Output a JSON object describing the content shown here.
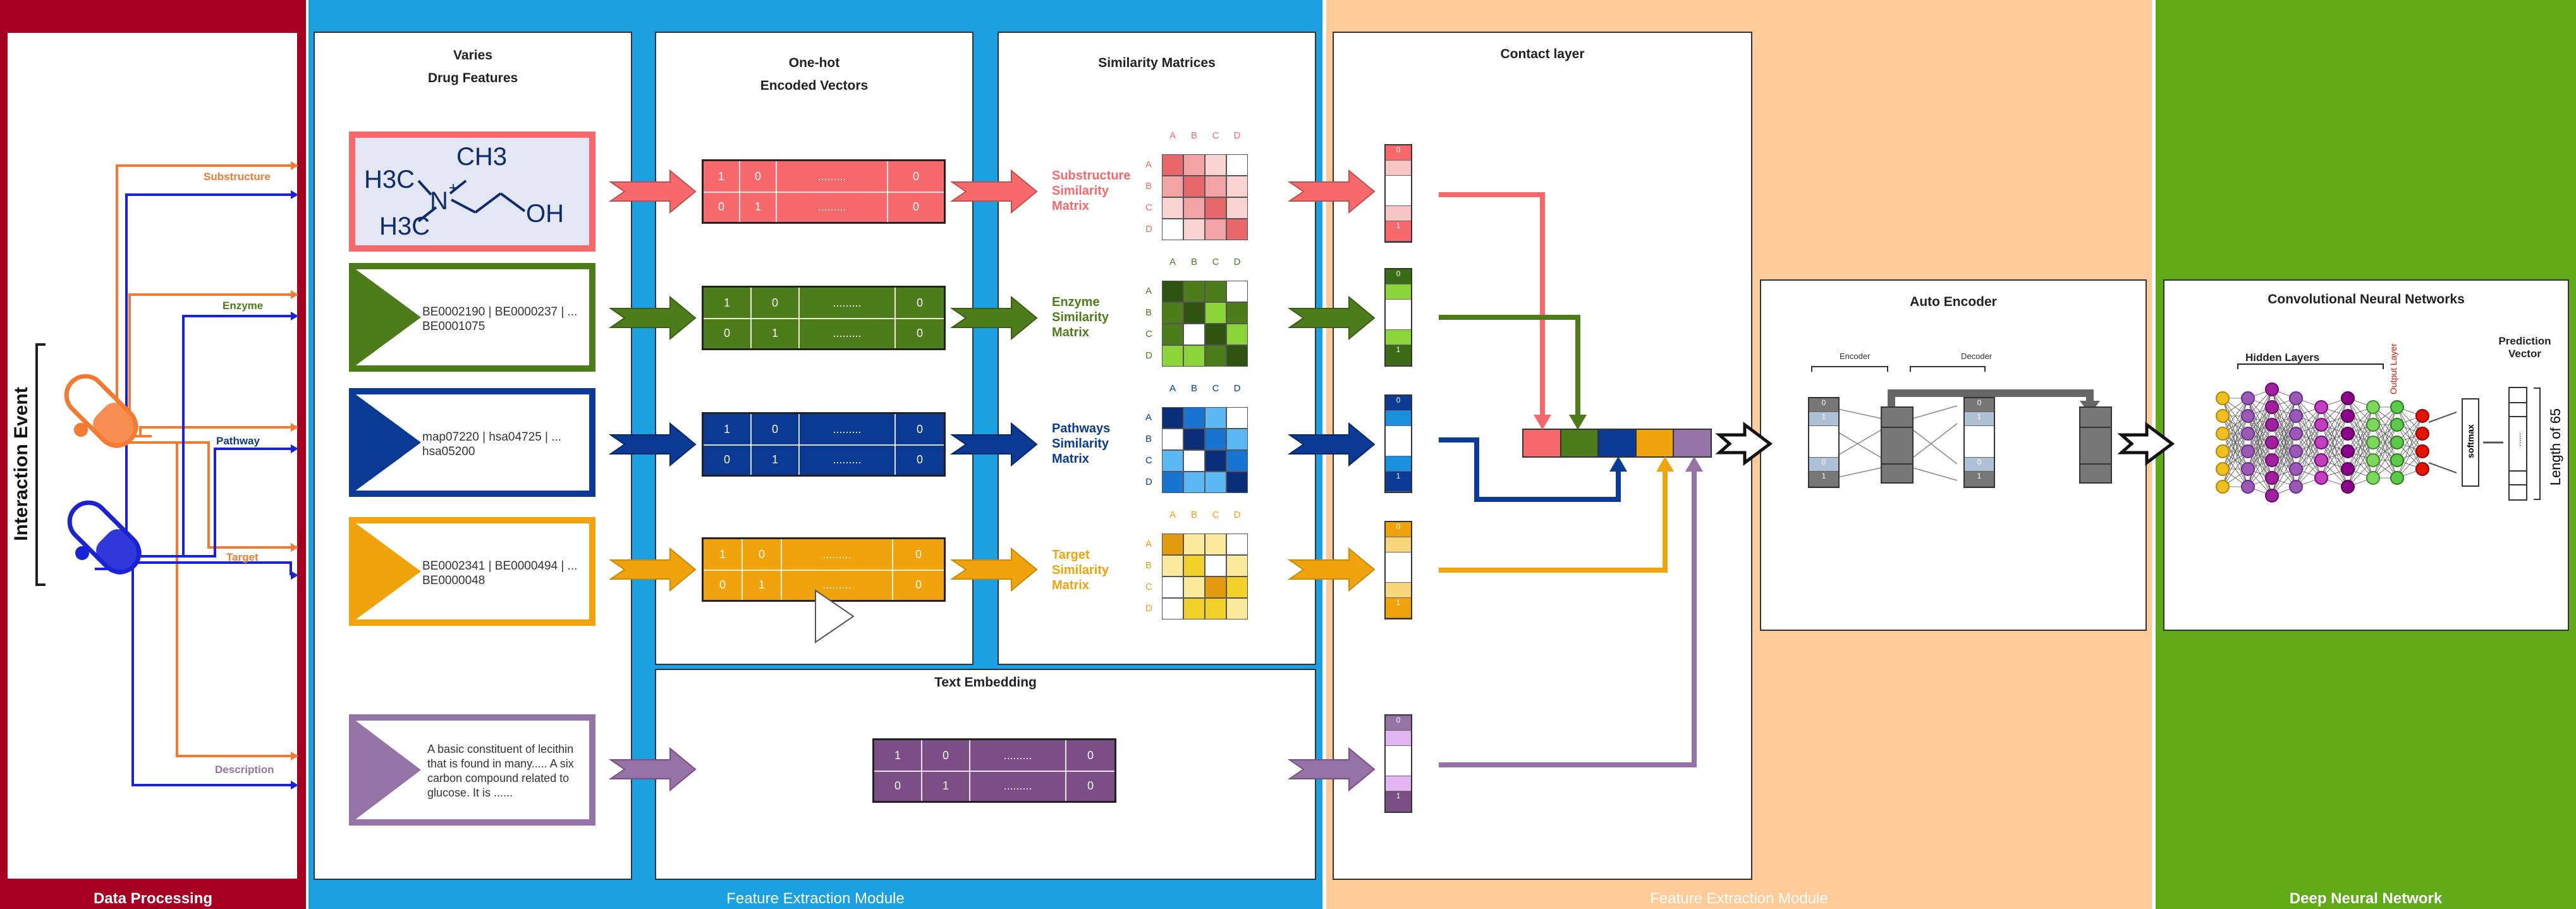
{
  "panels": {
    "data_processing": "Data Processing",
    "feature_extraction_1": "Feature Extraction Module",
    "feature_extraction_2": "Feature Extraction Module",
    "deep_neural_network": "Deep Neural Network"
  },
  "data_processing": {
    "interaction_event": "Interaction Event",
    "features": [
      "Substructure",
      "Enzyme",
      "Pathway",
      "Target",
      "Description"
    ]
  },
  "drug_features": {
    "title_line1": "Varies",
    "title_line2": "Drug Features",
    "molecule": {
      "h3c_top": "H3C",
      "ch3": "CH3",
      "n": "N",
      "plus": "+",
      "h3c_bottom": "H3C",
      "oh": "OH"
    },
    "enzyme_text": "BE0002190 | BE0000237 | ... BE0001075",
    "pathway_text": "map07220 | hsa04725 | ... hsa05200",
    "target_text": "BE0002341 | BE0000494 | ... BE0000048",
    "description_text": "A basic constituent of lecithin that is found in many..... A six carbon compound related to glucose. It is ......"
  },
  "one_hot": {
    "title_line1": "One-hot",
    "title_line2": "Encoded Vectors",
    "row1": [
      "1",
      "0",
      ".........",
      "0"
    ],
    "row2": [
      "0",
      "1",
      ".........",
      "0"
    ]
  },
  "similarity": {
    "title": "Similarity Matrices",
    "labels": {
      "substructure": [
        "Substructure",
        "Similarity",
        "Matrix"
      ],
      "enzyme": [
        "Enzyme",
        "Similarity",
        "Matrix"
      ],
      "pathways": [
        "Pathways",
        "Similarity",
        "Matrix"
      ],
      "target": [
        "Target",
        "Similarity",
        "Matrix"
      ]
    },
    "headers": [
      "A",
      "B",
      "C",
      "D"
    ]
  },
  "text_embedding": {
    "title": "Text Embedding",
    "row1": [
      "1",
      "0",
      ".........",
      "0"
    ],
    "row2": [
      "0",
      "1",
      ".........",
      "0"
    ]
  },
  "contact_layer": {
    "title": "Contact layer",
    "vec_top": "0",
    "vec_bottom": "1"
  },
  "auto_encoder": {
    "title": "Auto Encoder",
    "encoder": "Encoder",
    "decoder": "Decoder",
    "cells": [
      "0",
      "1",
      "0",
      "1"
    ]
  },
  "cnn": {
    "title": "Convolutional Neural Networks",
    "hidden_layers": "Hidden Layers",
    "output_layer": "Output Layer",
    "prediction_vector_line1": "Prediction",
    "prediction_vector_line2": "Vector",
    "softmax": "softmax",
    "dots": "......",
    "length": "Length of 65"
  },
  "colors": {
    "red_panel": "#A50021",
    "blue_panel": "#1BA1E2",
    "peach_panel": "#FFCC99",
    "green_panel": "#60A917",
    "substructure": "#F8696B",
    "enzyme": "#4D7C1A",
    "pathway": "#0A3A94",
    "target": "#F0A30A",
    "description": "#9673A6",
    "route_orange": "#F47A32",
    "route_blue": "#1A22D6"
  }
}
